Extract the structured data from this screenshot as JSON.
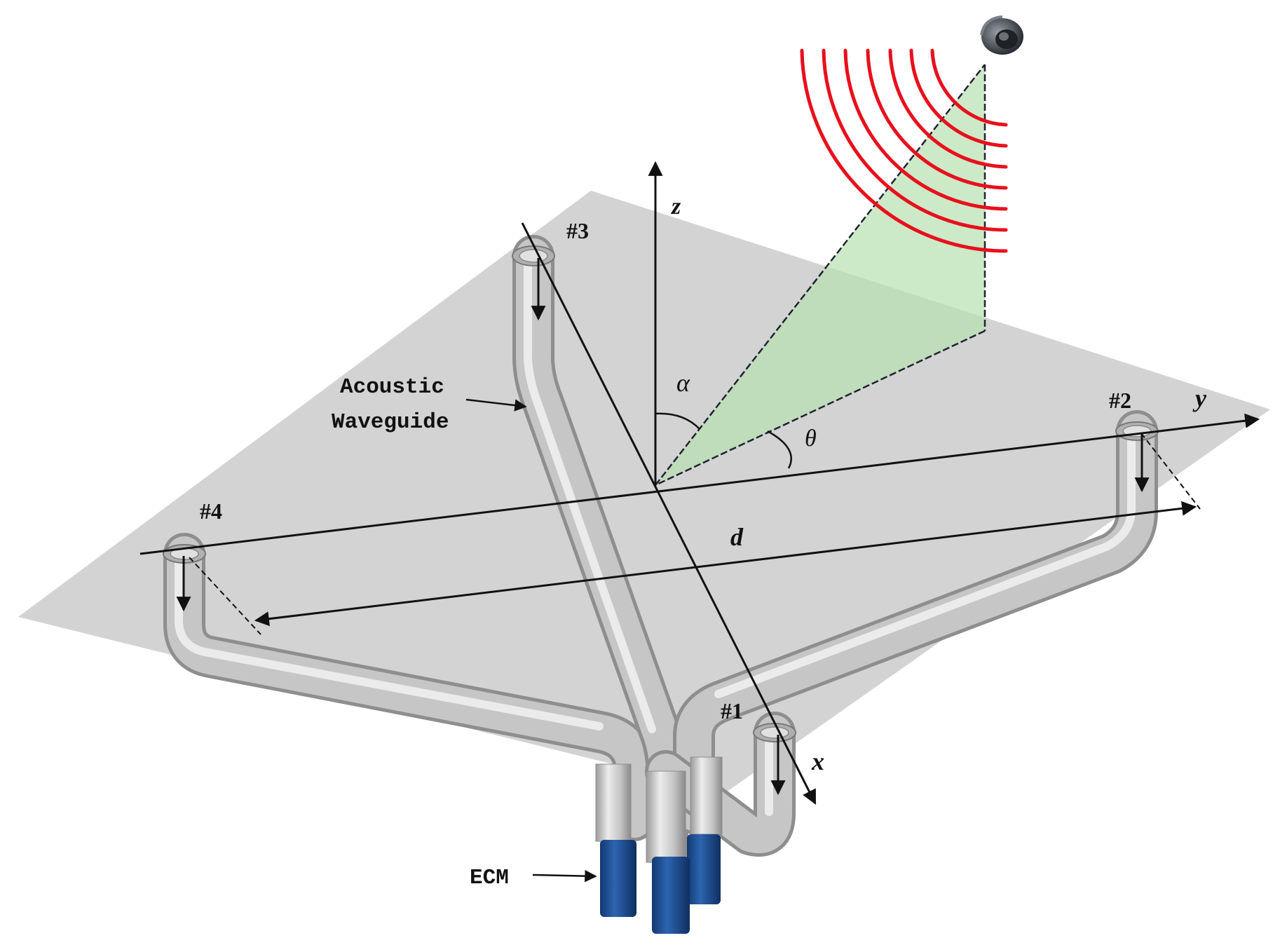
{
  "diagram": {
    "labels": {
      "mic1": "#1",
      "mic2": "#2",
      "mic3": "#3",
      "mic4": "#4",
      "axis_x": "x",
      "axis_y": "y",
      "axis_z": "z",
      "angle_alpha": "α",
      "angle_theta": "θ",
      "spacing_d": "d",
      "waveguide_line1": "Acoustic",
      "waveguide_line2": "Waveguide",
      "ecm": "ECM"
    },
    "colors": {
      "plane": "#d3d3d3",
      "tube": "#c4c4c4",
      "tube_highlight": "#ececec",
      "tube_shadow": "#8a8a8a",
      "ecm": "#1e4f96",
      "wave": "#e8101c",
      "triangle": "#b6e0b0",
      "axis": "#111111"
    },
    "icons": [
      "speaker-icon",
      "sound-wave-arcs"
    ]
  }
}
